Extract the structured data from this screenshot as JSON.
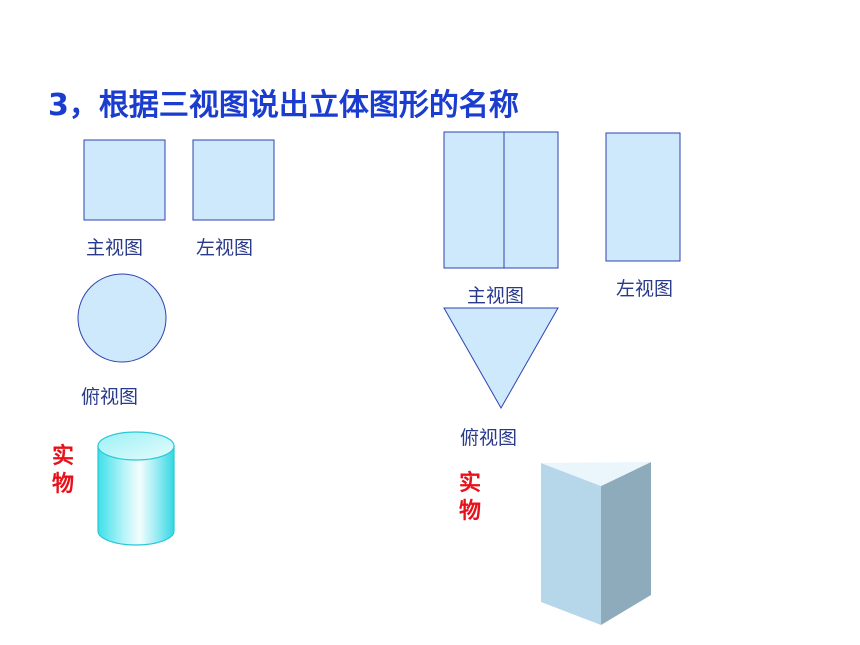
{
  "title": "3，根据三视图说出立体图形的名称",
  "left_problem": {
    "front_view_label": "主视图",
    "side_view_label": "左视图",
    "top_view_label": "俯视图",
    "real_object_label": "实物"
  },
  "right_problem": {
    "front_view_label": "主视图",
    "side_view_label": "左视图",
    "top_view_label": "俯视图",
    "real_object_label": "实物"
  },
  "colors": {
    "view_fill": "#cde9fb",
    "view_stroke": "#2f43b0",
    "title": "#1a3ccf",
    "real_label": "#e8101a"
  }
}
